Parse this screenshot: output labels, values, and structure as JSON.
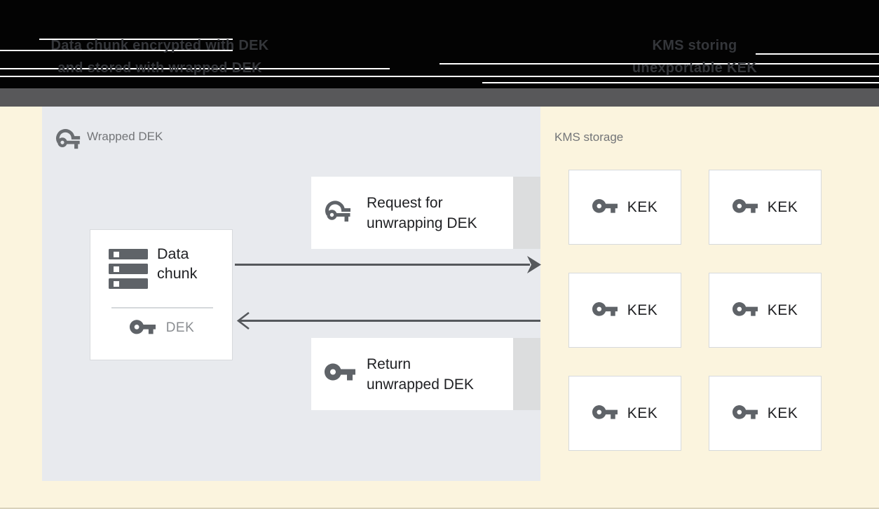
{
  "header": {
    "left_caption": {
      "line1": "Data chunk encrypted with DEK",
      "line2": "and stored with wrapped DEK"
    },
    "right_caption": {
      "line1": "KMS storing",
      "line2": "unexportable KEK"
    }
  },
  "diagram": {
    "wrapped_dek_panel": {
      "label": "Wrapped DEK"
    },
    "data_chunk_box": {
      "title_line1": "Data",
      "title_line2": "chunk",
      "key_label": "DEK"
    },
    "request_box": {
      "line1": "Request for",
      "line2": "unwrapping DEK"
    },
    "return_box": {
      "line1": "Return",
      "line2": "unwrapped DEK"
    },
    "kms_panel": {
      "label": "KMS storage",
      "keks": [
        {
          "label": "KEK"
        },
        {
          "label": "KEK"
        },
        {
          "label": "KEK"
        },
        {
          "label": "KEK"
        },
        {
          "label": "KEK"
        },
        {
          "label": "KEK"
        }
      ]
    }
  },
  "icons": {
    "wrapped_key": "wrapped-key-icon",
    "plain_key": "key-icon",
    "data_chunk": "storage-icon",
    "request_arrow": "arrow-right-icon",
    "return_arrow": "arrow-left-icon"
  },
  "colors": {
    "header_bg": "#030303",
    "header_text": "#34363a",
    "divider_bar": "#58585a",
    "canvas_bg": "#FBF4DE",
    "panel_bg": "#E8EAEE",
    "box_bg": "#ffffff",
    "box_border": "#d8dadd",
    "icon_gray": "#5f6368",
    "text_dark": "#202124",
    "label_gray": "#737578",
    "muted_gray": "#8a8d91",
    "strip_gray": "#dcddde",
    "arrow_gray": "#55585c"
  }
}
